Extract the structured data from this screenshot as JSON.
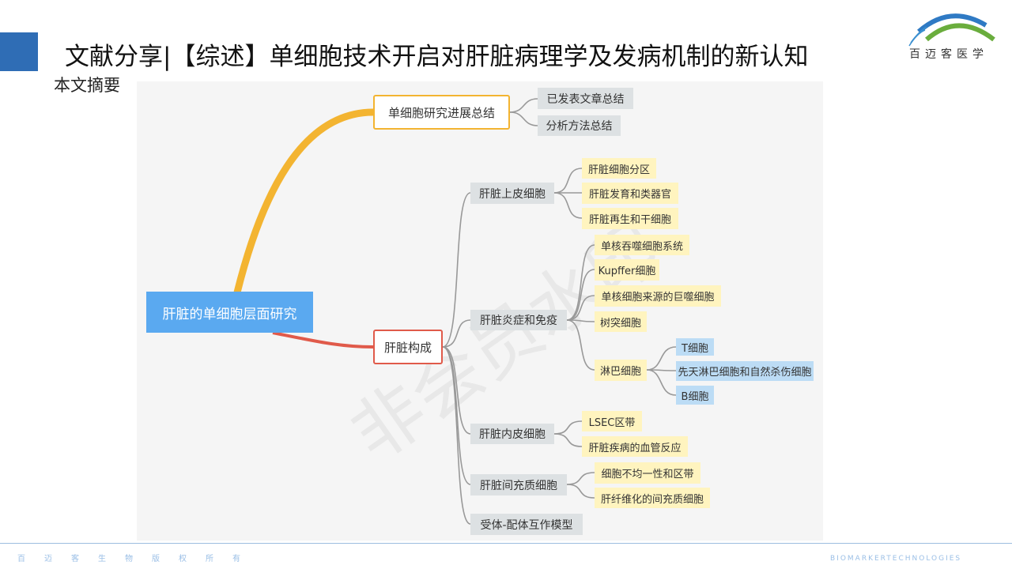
{
  "header": {
    "title": "文献分享|【综述】单细胞技术开启对肝脏病理学及发病机制的新认知",
    "subtitle": "本文摘要",
    "logo_text": "百迈客医学"
  },
  "mindmap": {
    "root": "肝脏的单细胞层面研究",
    "branch1": {
      "label": "单细胞研究进展总结",
      "children": [
        "已发表文章总结",
        "分析方法总结"
      ]
    },
    "branch2": {
      "label": "肝脏构成",
      "epithelial": {
        "label": "肝脏上皮细胞",
        "children": [
          "肝脏细胞分区",
          "肝脏发育和类器官",
          "肝脏再生和干细胞"
        ]
      },
      "immune": {
        "label": "肝脏炎症和免疫",
        "children": [
          "单核吞噬细胞系统",
          "Kupffer细胞",
          "单核细胞来源的巨噬细胞",
          "树突细胞",
          "淋巴细胞"
        ],
        "lymph": [
          "T细胞",
          "先天淋巴细胞和自然杀伤细胞",
          "B细胞"
        ]
      },
      "endothelial": {
        "label": "肝脏内皮细胞",
        "children": [
          "LSEC区带",
          "肝脏疾病的血管反应"
        ]
      },
      "mesenchymal": {
        "label": "肝脏间充质细胞",
        "children": [
          "细胞不均一性和区带",
          "肝纤维化的间充质细胞"
        ]
      },
      "receptor": {
        "label": "受体-配体互作模型"
      }
    },
    "watermark": "非会员水印"
  },
  "footer": {
    "copyright": "百迈客生物版权所有",
    "brand": "BIOMARKERTECHNOLOGIES"
  },
  "colors": {
    "accent": "#2f6db5",
    "root": "#5aa9f0",
    "orange": "#f3b431",
    "red": "#e05a4a",
    "leaf_yellow": "#fff4bf",
    "leaf_blue": "#bcdcf5"
  }
}
